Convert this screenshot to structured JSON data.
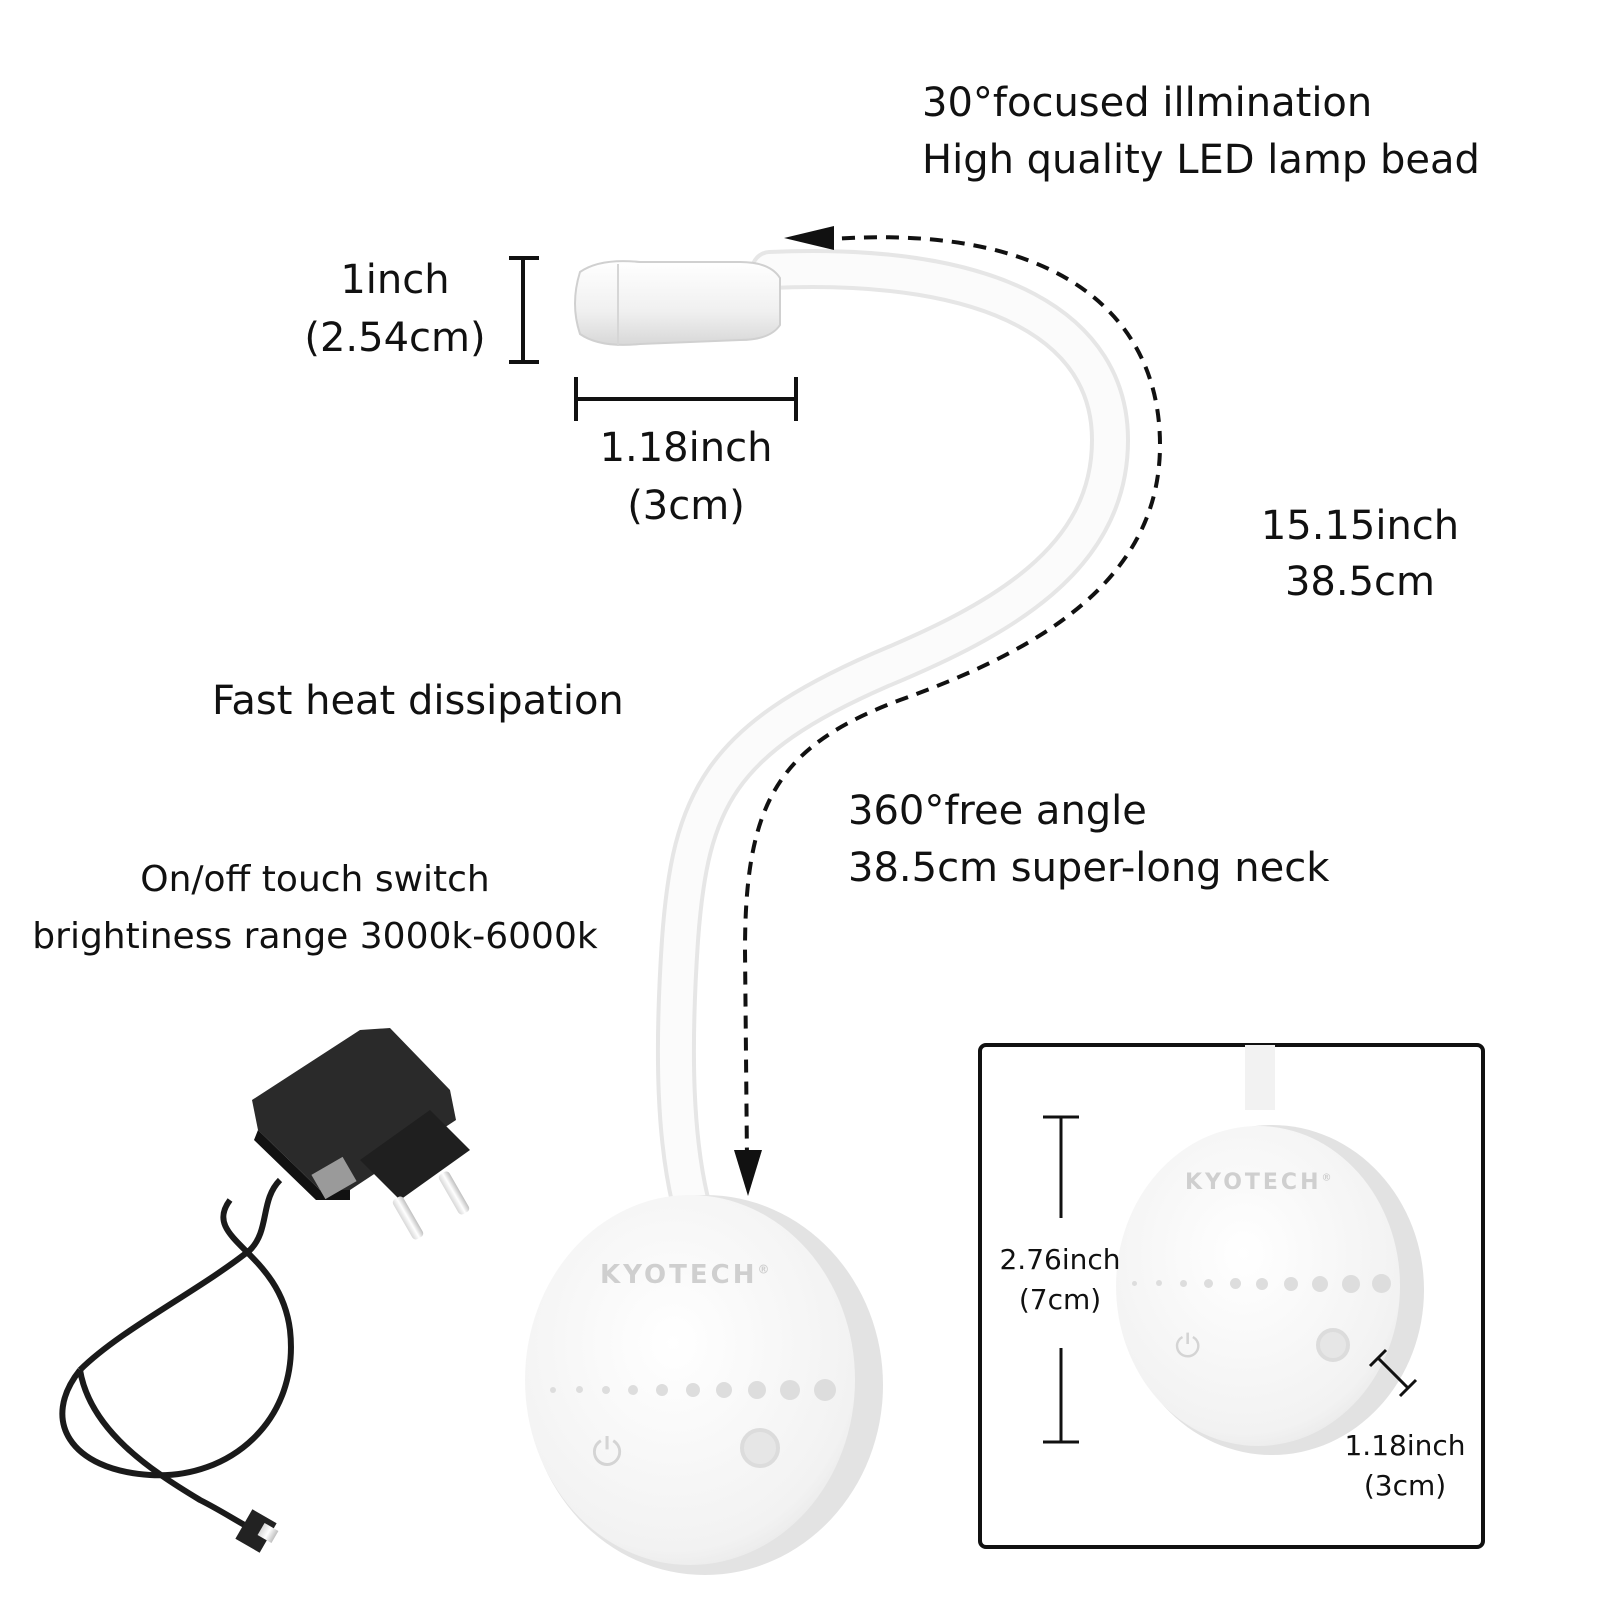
{
  "annotations": {
    "focus_line1": "30°focused illmination",
    "focus_line2": "High quality LED lamp bead",
    "head_height": "1inch",
    "head_height_cm": "(2.54cm)",
    "head_length": "1.18inch",
    "head_length_cm": "(3cm)",
    "neck_length": "15.15inch",
    "neck_length_cm": "38.5cm",
    "heat": "Fast heat dissipation",
    "angle_line1": "360°free angle",
    "angle_line2": "38.5cm super-long neck",
    "switch_line1": "On/off touch switch",
    "switch_line2": "brightiness range 3000k-6000k"
  },
  "product": {
    "brand": "KYOTECH",
    "registered": "®",
    "brightness_dots": 10
  },
  "inset": {
    "height": "2.76inch",
    "height_cm": "(7cm)",
    "depth": "1.18inch",
    "depth_cm": "(3cm)"
  },
  "icons": [
    "power-icon",
    "brightness-icon",
    "arrow-icon",
    "adapter-plug-icon"
  ],
  "colors": {
    "lamp_white": "#f4f4f4",
    "text": "#111111",
    "adapter": "#1e1e1e"
  }
}
